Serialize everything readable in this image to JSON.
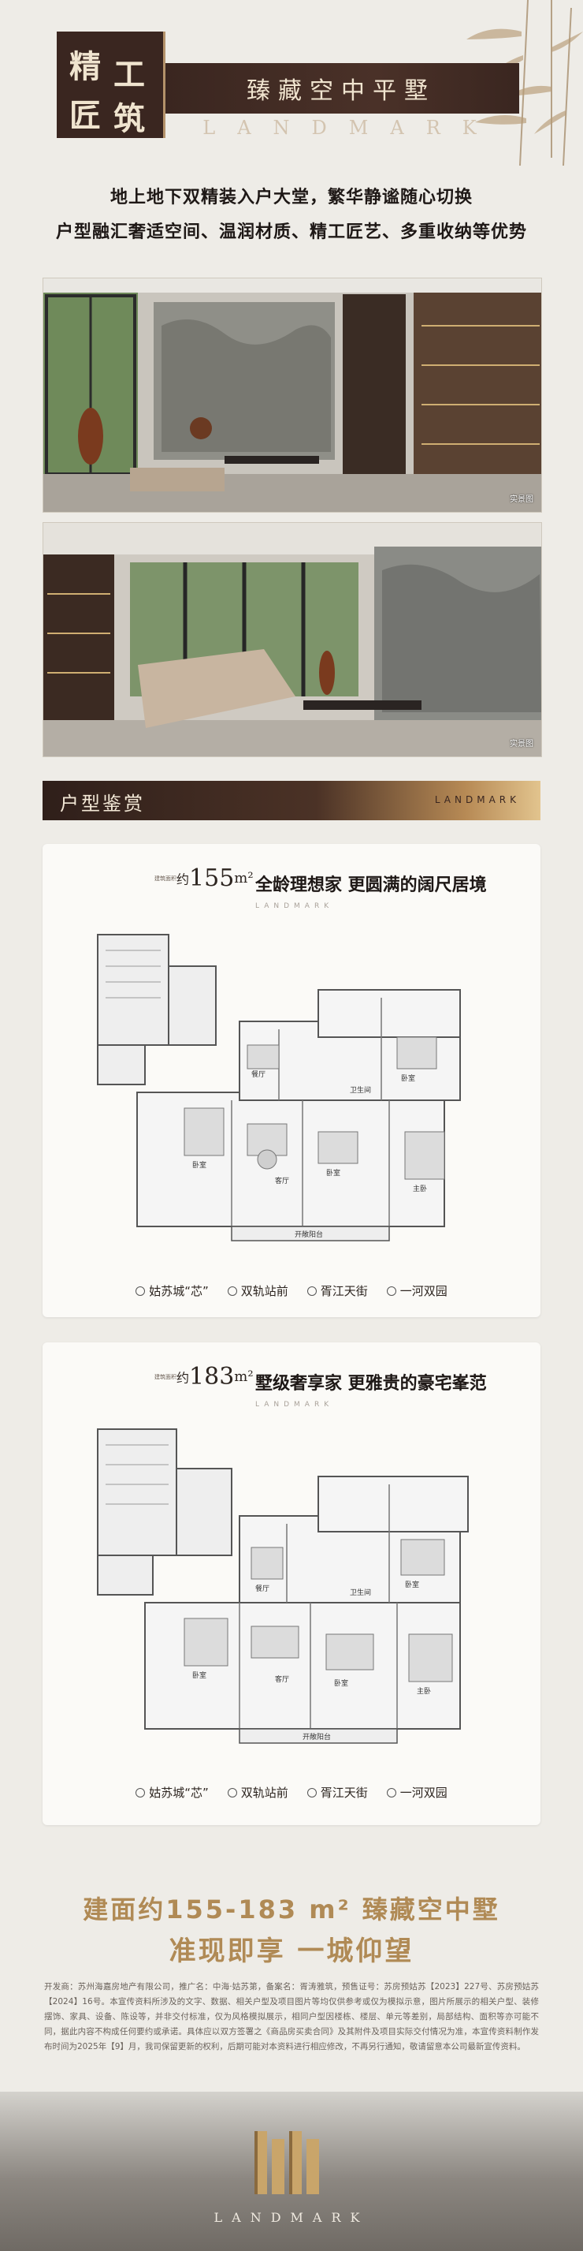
{
  "header": {
    "block_chars": [
      "精",
      "工",
      "匠",
      "筑"
    ],
    "title": "臻藏空中平墅",
    "watermark": "LANDMARK"
  },
  "intro": {
    "line1": "地上地下双精装入户大堂，繁华静谧随心切换",
    "line2": "户型融汇奢适空间、温润材质、精工匠艺、多重收纳等优势"
  },
  "photos": [
    {
      "tag": "实景图"
    },
    {
      "tag": "实景图"
    }
  ],
  "section": {
    "title": "户型鉴赏",
    "watermark": "LANDMARK"
  },
  "plans": [
    {
      "area_label": "建筑面积",
      "area_prefix": "约",
      "area_num": "155",
      "area_unit": "m²",
      "slogan": "全龄理想家 更圆满的阔尺居境",
      "watermark": "LANDMARK",
      "rooms": {
        "master": "主卧",
        "bed": "卧室",
        "living": "客厅",
        "dining": "餐厅",
        "bath": "卫生间",
        "balcony": "开敞阳台"
      },
      "tags": [
        "姑苏城“芯”",
        "双轨站前",
        "胥江天街",
        "一河双园"
      ]
    },
    {
      "area_label": "建筑面积",
      "area_prefix": "约",
      "area_num": "183",
      "area_unit": "m²",
      "slogan": "墅级奢享家 更雅贵的豪宅峯范",
      "watermark": "LANDMARK",
      "rooms": {
        "master": "主卧",
        "bed": "卧室",
        "living": "客厅",
        "dining": "餐厅",
        "bath": "卫生间",
        "balcony": "开敞阳台"
      },
      "tags": [
        "姑苏城“芯”",
        "双轨站前",
        "胥江天街",
        "一河双园"
      ]
    }
  ],
  "bottom": {
    "line1": "建面约155-183 m² 臻藏空中墅",
    "line2": "准现即享 一城仰望",
    "disclaimer": "开发商：苏州海嘉房地产有限公司，推广名：中海·姑苏第，备案名：胥涛雅筑，预售证号：苏房预姑苏【2023】227号、苏房预姑苏【2024】16号。本宣传资料所涉及的文字、数据、相关户型及项目图片等均仅供参考或仅为模拟示意，图片所展示的相关户型、装修摆饰、家具、设备、陈设等，并非交付标准，仅为风格模拟展示，相同户型因楼栋、楼层、单元等差别，局部结构、面积等亦可能不同，据此内容不构成任何要约或承诺。具体应以双方签署之《商品房买卖合同》及其附件及项目实际交付情况为准，本宣传资料制作发布时间为2025年【9】月，我司保留更新的权利，后期可能对本资料进行相应修改，不再另行通知，敬请留意本公司最新宣传资料。",
    "footer_watermark": "LANDMARK"
  },
  "colors": {
    "accent": "#b08a55",
    "dark": "#3a2620",
    "bg": "#eeece7"
  }
}
